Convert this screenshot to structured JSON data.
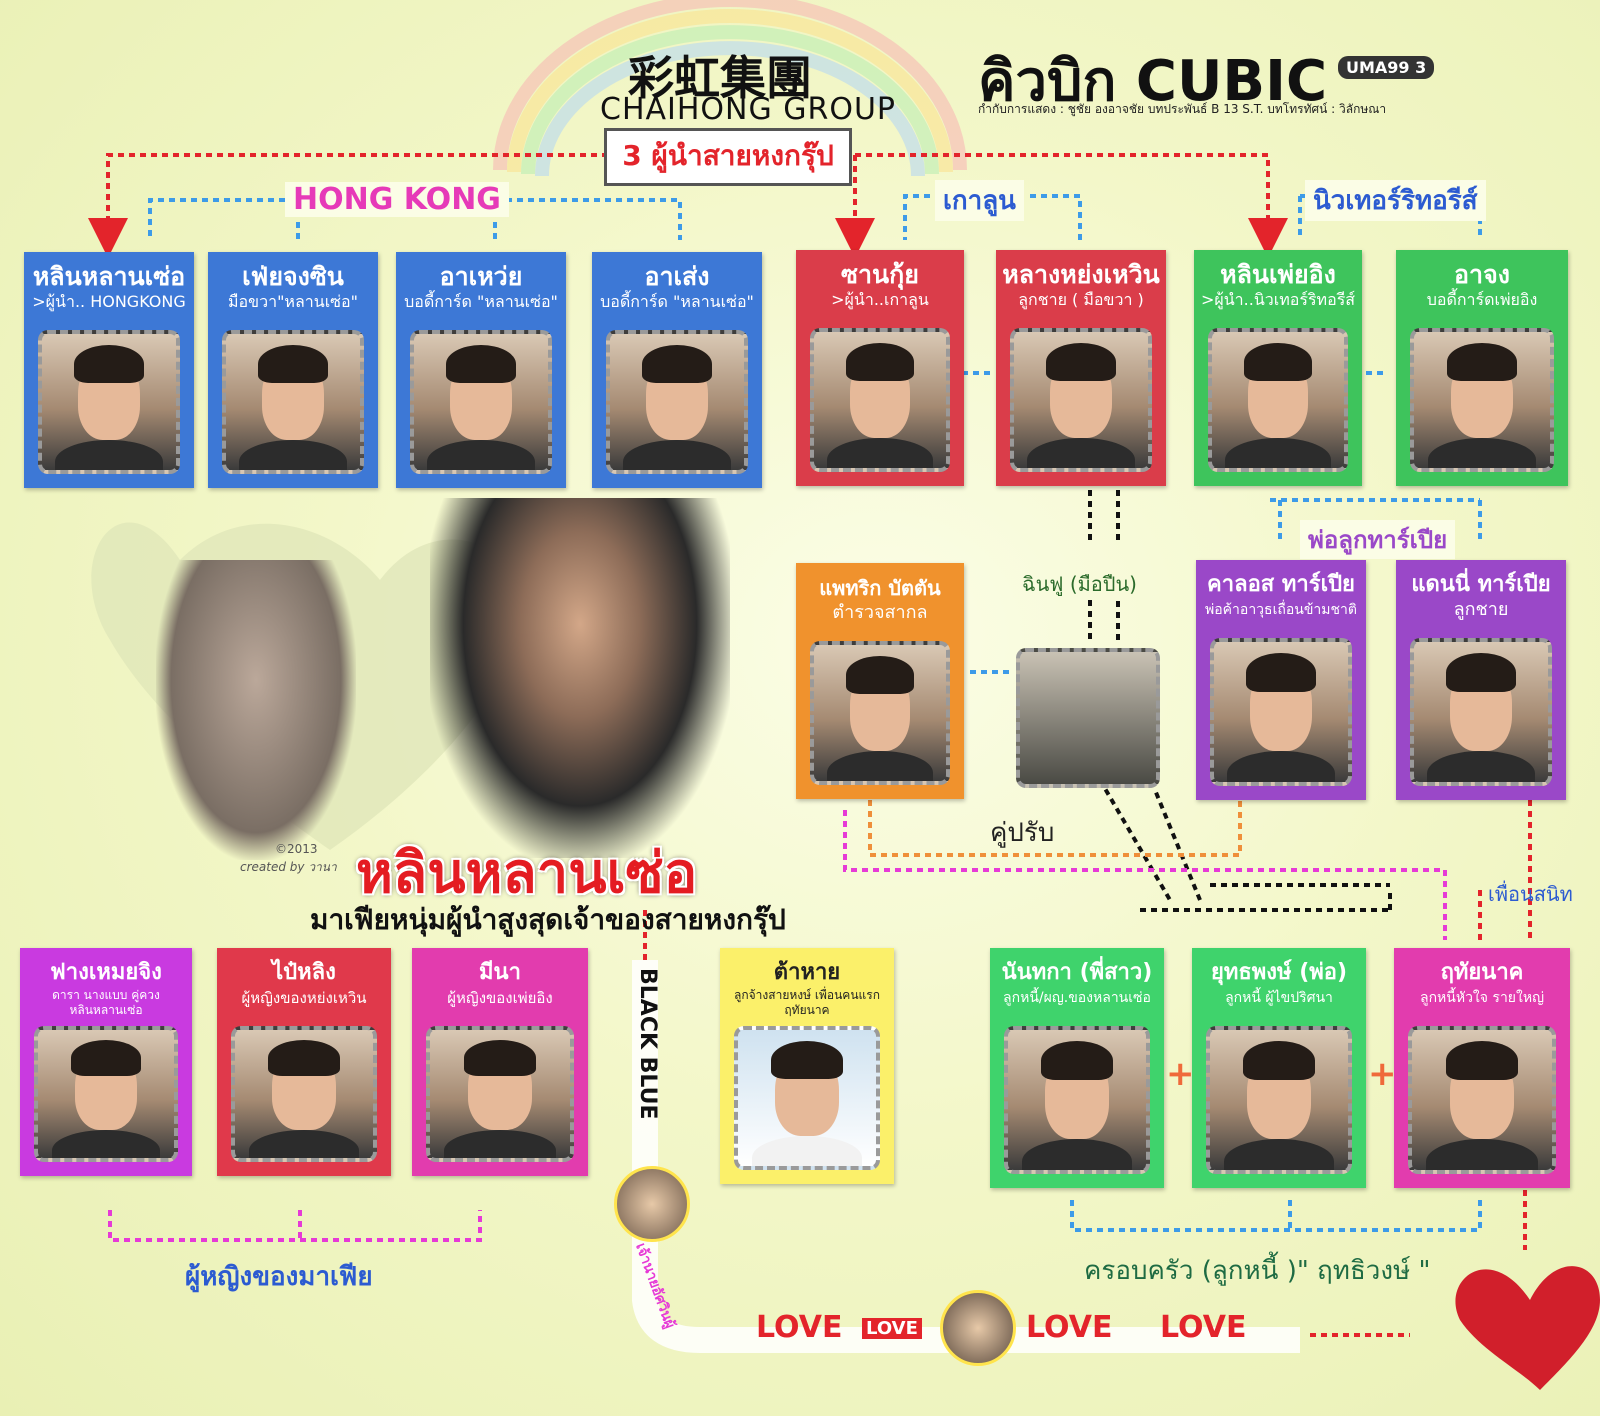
{
  "header": {
    "chinese_title": "彩虹集團",
    "group_title": "CHAIHONG GROUP",
    "leaders_box": "3 ผู้นำสายหงกรุ๊ป",
    "show_title": "คิวบิก CUBIC",
    "channel_logo": "UMA99 3",
    "credits": "กำกับการแสดง : ชูชัย องอาจชัย  บทประพันธ์ B 13 S.T.  บทโทรทัศน์ : วิลักษณา"
  },
  "groups": {
    "hongkong": "HONG KONG",
    "kowloon": "เกาลูน",
    "newterritories": "นิวเทอร์ริทอรีส์",
    "father_son": "พ่อลูกทาร์เปีย"
  },
  "cards": [
    {
      "name": "หลินหลานเซ่อ",
      "role": ">ผู้นำ.. HONGKONG"
    },
    {
      "name": "เฟ่ยจงซิน",
      "role": "มือขวา\"หลานเซ่อ\""
    },
    {
      "name": "อาเหว่ย",
      "role": "บอดี้การ์ด \"หลานเซ่อ\""
    },
    {
      "name": "อาเส่ง",
      "role": "บอดี้การ์ด \"หลานเซ่อ\""
    },
    {
      "name": "ซานกุ้ย",
      "role": ">ผู้นำ..เกาลูน"
    },
    {
      "name": "หลางหย่งเหวิน",
      "role": "ลูกชาย ( มือขวา )"
    },
    {
      "name": "หลินเพ่ยอิง",
      "role": ">ผู้นำ..นิวเทอร์ริทอรีส์"
    },
    {
      "name": "อาจง",
      "role": "บอดี้การ์ดเพ่ยอิง"
    },
    {
      "name": "แพทริก บัตตัน",
      "role": "ตำรวจสากล"
    },
    {
      "name": "คาลอส ทาร์เปีย",
      "role": "พ่อค้าอาวุธเถื่อนข้ามชาติ"
    },
    {
      "name": "แดนนี่ ทาร์เปีย",
      "role": "ลูกชาย"
    },
    {
      "name": "ฟางเหมยจิง",
      "role": "ดารา นางแบบ คู่ควงหลินหลานเซ่อ"
    },
    {
      "name": "ไป๋หลิง",
      "role": "ผู้หญิงของหย่งเหวิน"
    },
    {
      "name": "มีนา",
      "role": "ผู้หญิงของเพ่ยอิง"
    },
    {
      "name": "ต้าหาย",
      "role": "ลูกจ้างสายหงษ์ เพื่อนคนแรกฤทัยนาค"
    },
    {
      "name": "นันทกา (พี่สาว)",
      "role": "ลูกหนี้/ผญ.ของหลานเซ่อ"
    },
    {
      "name": "ยุทธพงษ์ (พ่อ)",
      "role": "ลูกหนี้ ผู้ไขปริศนา"
    },
    {
      "name": "ฤทัยนาค",
      "role": "ลูกหนี้หัวใจ รายใหญ่"
    }
  ],
  "labels": {
    "linfu": "ฉินฟู (มือปืน)",
    "rivals": "คู่ปรับ",
    "close_friend": "เพื่อนสนิท",
    "women": "ผู้หญิงของมาเฟีย",
    "family": "ครอบครัว (ลูกหนี้ )\" ฤทธิวงษ์ \"",
    "hero_name": "หลินหลานเซ่อ",
    "hero_tagline": "มาเฟียหนุ่มผู้นำสูงสุดเจ้าของสายหงกรุ๊ป",
    "copyright": "©2013",
    "created_by": "created by วานา",
    "black_blue": "BLACK BLUE",
    "side_text": "เจ้านายอัศวินผู้",
    "love1": "LOVE",
    "love2": "LOVE",
    "love3": "LOVE",
    "love4": "LOVE",
    "plus": "+"
  },
  "colors": {
    "blue_card": "#3d78d6",
    "red_card": "#da3d4a",
    "green_card": "#3ec45c",
    "purple_card": "#9a48c8",
    "orange_card": "#f0922d",
    "pink_card": "#e23cae",
    "magenta_card": "#c93ae0",
    "yellow_card": "#fbf06a",
    "red_line": "#e3242b",
    "blue_line": "#3d9be8",
    "pink_line": "#e63ad6"
  }
}
